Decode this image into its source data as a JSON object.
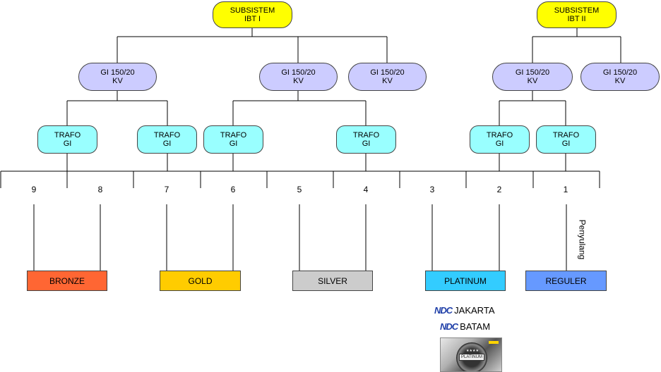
{
  "nodes": {
    "ibt1": [
      "SUBSISTEM",
      "IBT I"
    ],
    "ibt2": [
      "SUBSISTEM",
      "IBT II"
    ],
    "gi_a": [
      "GI 150/20",
      "KV"
    ],
    "gi_b": [
      "GI 150/20",
      "KV"
    ],
    "gi_c": [
      "GI 150/20",
      "KV"
    ],
    "gi_d": [
      "GI 150/20",
      "KV"
    ],
    "gi_e": [
      "GI 150/20",
      "KV"
    ],
    "trafo": [
      "TRAFO",
      "GI"
    ]
  },
  "feeders": [
    "9",
    "8",
    "7",
    "6",
    "5",
    "4",
    "3",
    "2",
    "1"
  ],
  "feeder_label": "Penyulang",
  "categories": {
    "bronze": "BRONZE",
    "gold": "GOLD",
    "silver": "SILVER",
    "platinum": "PLATINUM",
    "reguler": "REGULER"
  },
  "ndc": {
    "logo": "NDC",
    "jakarta": "JAKARTA",
    "batam": "BATAM"
  },
  "badge": {
    "text": "PLATINUM"
  },
  "colors": {
    "ibt": "#ffff00",
    "gi": "#ccccff",
    "trafo": "#99ffff",
    "bronze": "#ff6633",
    "gold": "#ffcc00",
    "silver": "#cccccc",
    "platinum": "#33ccff",
    "reguler": "#6699ff"
  }
}
